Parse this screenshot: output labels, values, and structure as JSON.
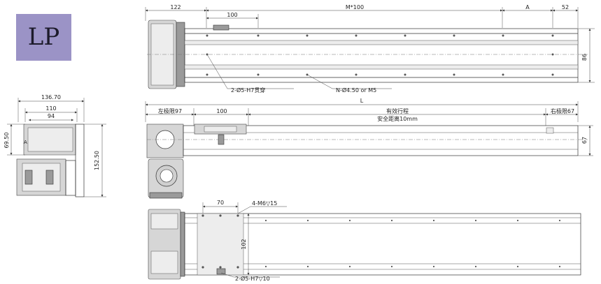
{
  "badge": {
    "label": "LP",
    "color": "#9b93c6"
  },
  "top_view": {
    "dims": [
      "122",
      "100",
      "M*100",
      "A",
      "52",
      "86"
    ],
    "callouts": [
      "2-Ø5-H7贯穿",
      "N-Ø4.50 or M5"
    ]
  },
  "side_view": {
    "dims": [
      "L",
      "左极限97",
      "100",
      "有效行程",
      "安全距离10mm",
      "右极限67",
      "67"
    ]
  },
  "end_view": {
    "dims": [
      "136.70",
      "110",
      "94",
      "69.50",
      "152.50"
    ],
    "label": "A"
  },
  "bottom_view": {
    "dims": [
      "70",
      "102"
    ],
    "callouts": [
      "4-M6▽15",
      "2-Ø5-H7▽10"
    ]
  }
}
